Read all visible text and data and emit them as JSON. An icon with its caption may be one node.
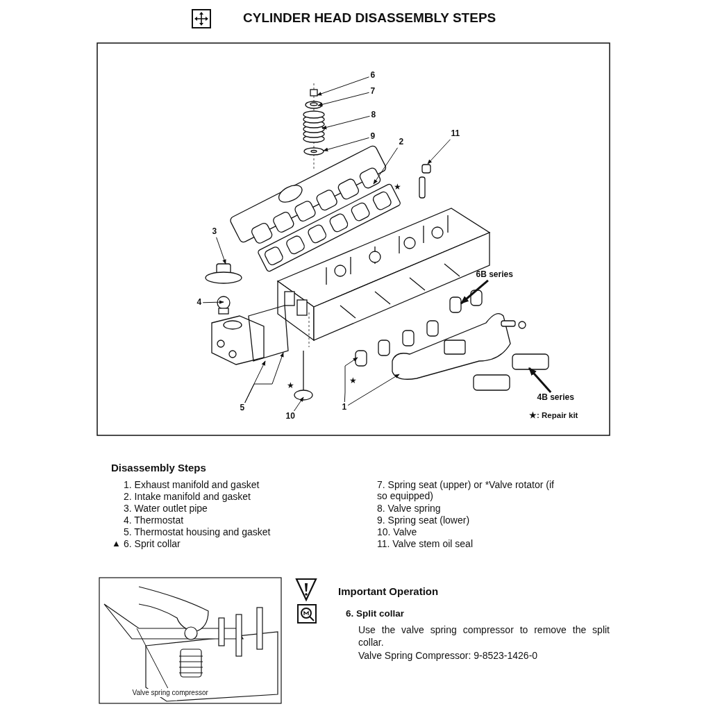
{
  "diagram": {
    "title": "CYLINDER HEAD DISASSEMBLY STEPS",
    "nodes": [
      {
        "text": [
          "1"
        ]
      },
      {
        "text": [
          "2"
        ]
      },
      {
        "text": [
          "3"
        ]
      },
      {
        "text": [
          "4"
        ]
      },
      {
        "text": [
          "5"
        ]
      },
      {
        "text": [
          "6"
        ]
      },
      {
        "text": [
          "7"
        ]
      },
      {
        "text": [
          "8"
        ]
      },
      {
        "text": [
          "9"
        ]
      },
      {
        "text": [
          "10"
        ]
      },
      {
        "text": [
          "11"
        ]
      },
      {
        "text": [
          "6B series"
        ]
      },
      {
        "text": [
          "4B series"
        ]
      },
      {
        "text": [
          "Valve spring compressor"
        ]
      }
    ],
    "edges": [
      {
        "from": 0,
        "to": null,
        "arrow": "to"
      },
      {
        "from": 0,
        "to": null,
        "arrow": "to"
      },
      {
        "from": 1,
        "to": null,
        "arrow": "to"
      },
      {
        "from": 2,
        "to": null,
        "arrow": "to"
      },
      {
        "from": 3,
        "to": null,
        "arrow": "to"
      },
      {
        "from": 4,
        "to": null,
        "arrow": "to"
      },
      {
        "from": 4,
        "to": null,
        "arrow": "to"
      },
      {
        "from": 5,
        "to": null,
        "arrow": "to"
      },
      {
        "from": 6,
        "to": null,
        "arrow": "to"
      },
      {
        "from": 7,
        "to": null,
        "arrow": "to"
      },
      {
        "from": 8,
        "to": null,
        "arrow": "to"
      },
      {
        "from": 9,
        "to": null,
        "arrow": "to"
      },
      {
        "from": 10,
        "to": null,
        "arrow": "to"
      },
      {
        "from": 11,
        "to": null,
        "arrow": "to",
        "style": "thick"
      },
      {
        "from": 12,
        "to": null,
        "arrow": "to",
        "style": "thick"
      },
      {
        "from": 13,
        "to": null,
        "arrow": "none"
      }
    ],
    "labels": [
      "★",
      "★",
      "★",
      "★: Repair kit",
      "Disassembly Steps",
      "▲",
      "1. Exhaust manifold and gasket",
      "2. Intake manifold and gasket",
      "3. Water outlet pipe",
      "4. Thermostat",
      "5. Thermostat housing and gasket",
      "6. Sprit collar",
      "7. Spring seat (upper) or *Valve rotator (if so equipped)",
      "8. Valve spring",
      "9. Spring seat (lower)",
      "10. Valve",
      "11. Valve stem oil seal",
      "Important Operation",
      "6. Split collar",
      "Use the valve spring compressor to remove the split collar.",
      "Valve Spring Compressor: 9-8523-1426-0"
    ]
  }
}
